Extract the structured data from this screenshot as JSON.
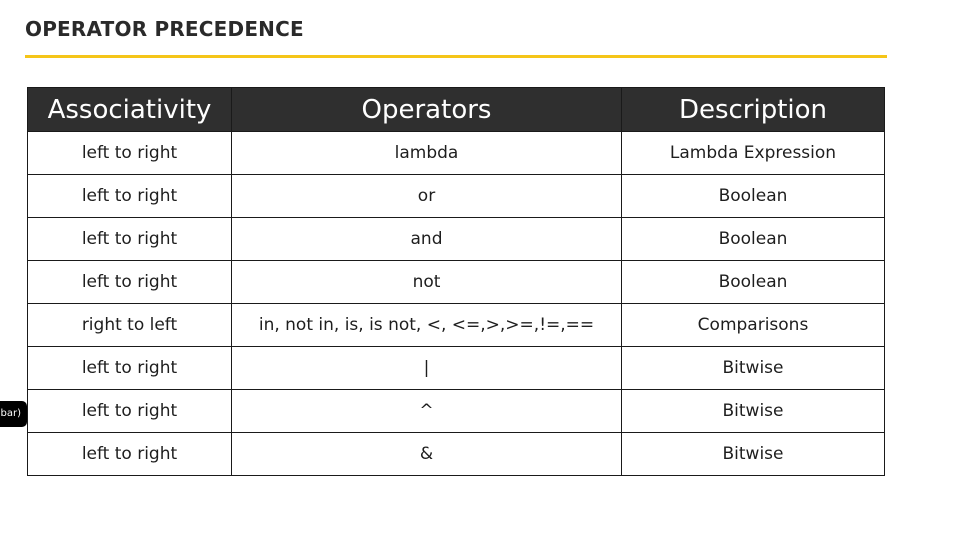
{
  "page": {
    "title": "OPERATOR PRECEDENCE"
  },
  "colors": {
    "accent_rule": "#f5c518",
    "header_bg": "#2f2f2f",
    "header_text": "#ffffff",
    "border": "#1a1a1a"
  },
  "table": {
    "headers": [
      "Associativity",
      "Operators",
      "Description"
    ],
    "rows": [
      [
        "left to right",
        "lambda",
        "Lambda Expression"
      ],
      [
        "left to right",
        "or",
        "Boolean"
      ],
      [
        "left to right",
        "and",
        "Boolean"
      ],
      [
        "left to right",
        "not",
        "Boolean"
      ],
      [
        "right to left",
        "in, not in, is, is not, <, <=,>,>=,!=,==",
        "Comparisons"
      ],
      [
        "left to right",
        "|",
        "Bitwise"
      ],
      [
        "left to right",
        "^",
        "Bitwise"
      ],
      [
        "left to right",
        "&",
        "Bitwise"
      ]
    ]
  },
  "side_tab": {
    "label": "bar)"
  }
}
